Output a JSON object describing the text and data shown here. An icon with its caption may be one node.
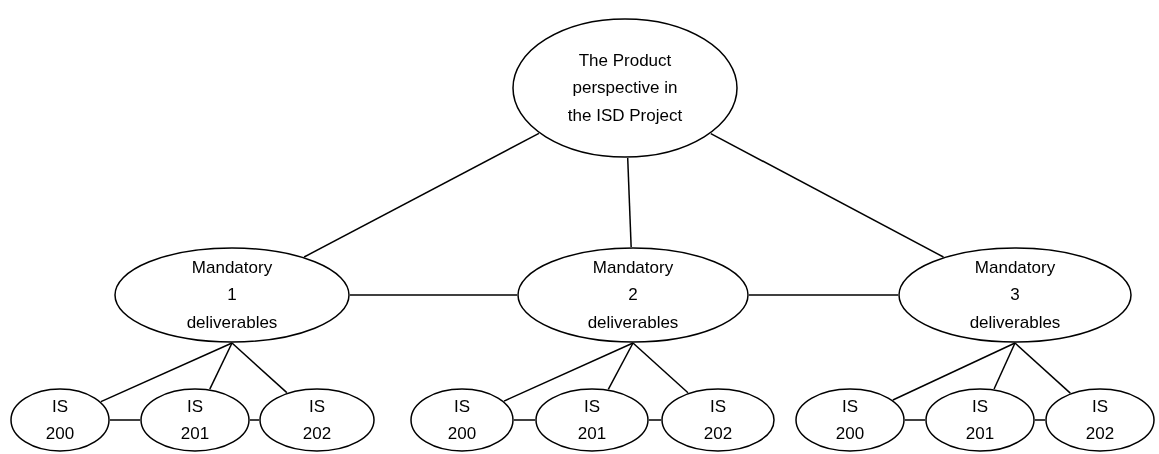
{
  "diagram": {
    "nodes": [
      {
        "text": [
          "The Product perspective in the ISD Project"
        ]
      },
      {
        "text": [
          "Mandatory 1 deliverables"
        ]
      },
      {
        "text": [
          "Mandatory 2 deliverables"
        ]
      },
      {
        "text": [
          "Mandatory 3 deliverables"
        ]
      },
      {
        "text": [
          "IS 200"
        ]
      },
      {
        "text": [
          "IS 201"
        ]
      },
      {
        "text": [
          "IS 202"
        ]
      },
      {
        "text": [
          "IS 200"
        ]
      },
      {
        "text": [
          "IS 201"
        ]
      },
      {
        "text": [
          "IS 202"
        ]
      },
      {
        "text": [
          "IS 200"
        ]
      },
      {
        "text": [
          "IS 201"
        ]
      },
      {
        "text": [
          "IS 202"
        ]
      }
    ],
    "edges": [
      {
        "from": 0,
        "to": 1,
        "arrow": "none"
      },
      {
        "from": 0,
        "to": 2,
        "arrow": "none"
      },
      {
        "from": 0,
        "to": 3,
        "arrow": "none"
      },
      {
        "from": 1,
        "to": 2,
        "arrow": "none"
      },
      {
        "from": 2,
        "to": 3,
        "arrow": "none"
      },
      {
        "from": 1,
        "to": 4,
        "arrow": "none"
      },
      {
        "from": 1,
        "to": 5,
        "arrow": "none"
      },
      {
        "from": 1,
        "to": 6,
        "arrow": "none"
      },
      {
        "from": 4,
        "to": 5,
        "arrow": "none"
      },
      {
        "from": 5,
        "to": 6,
        "arrow": "none"
      },
      {
        "from": 2,
        "to": 7,
        "arrow": "none"
      },
      {
        "from": 2,
        "to": 8,
        "arrow": "none"
      },
      {
        "from": 2,
        "to": 9,
        "arrow": "none"
      },
      {
        "from": 7,
        "to": 8,
        "arrow": "none"
      },
      {
        "from": 8,
        "to": 9,
        "arrow": "none"
      },
      {
        "from": 3,
        "to": 10,
        "arrow": "none"
      },
      {
        "from": 3,
        "to": 11,
        "arrow": "none"
      },
      {
        "from": 3,
        "to": 12,
        "arrow": "none"
      },
      {
        "from": 10,
        "to": 11,
        "arrow": "none"
      },
      {
        "from": 11,
        "to": 12,
        "arrow": "none"
      }
    ]
  }
}
